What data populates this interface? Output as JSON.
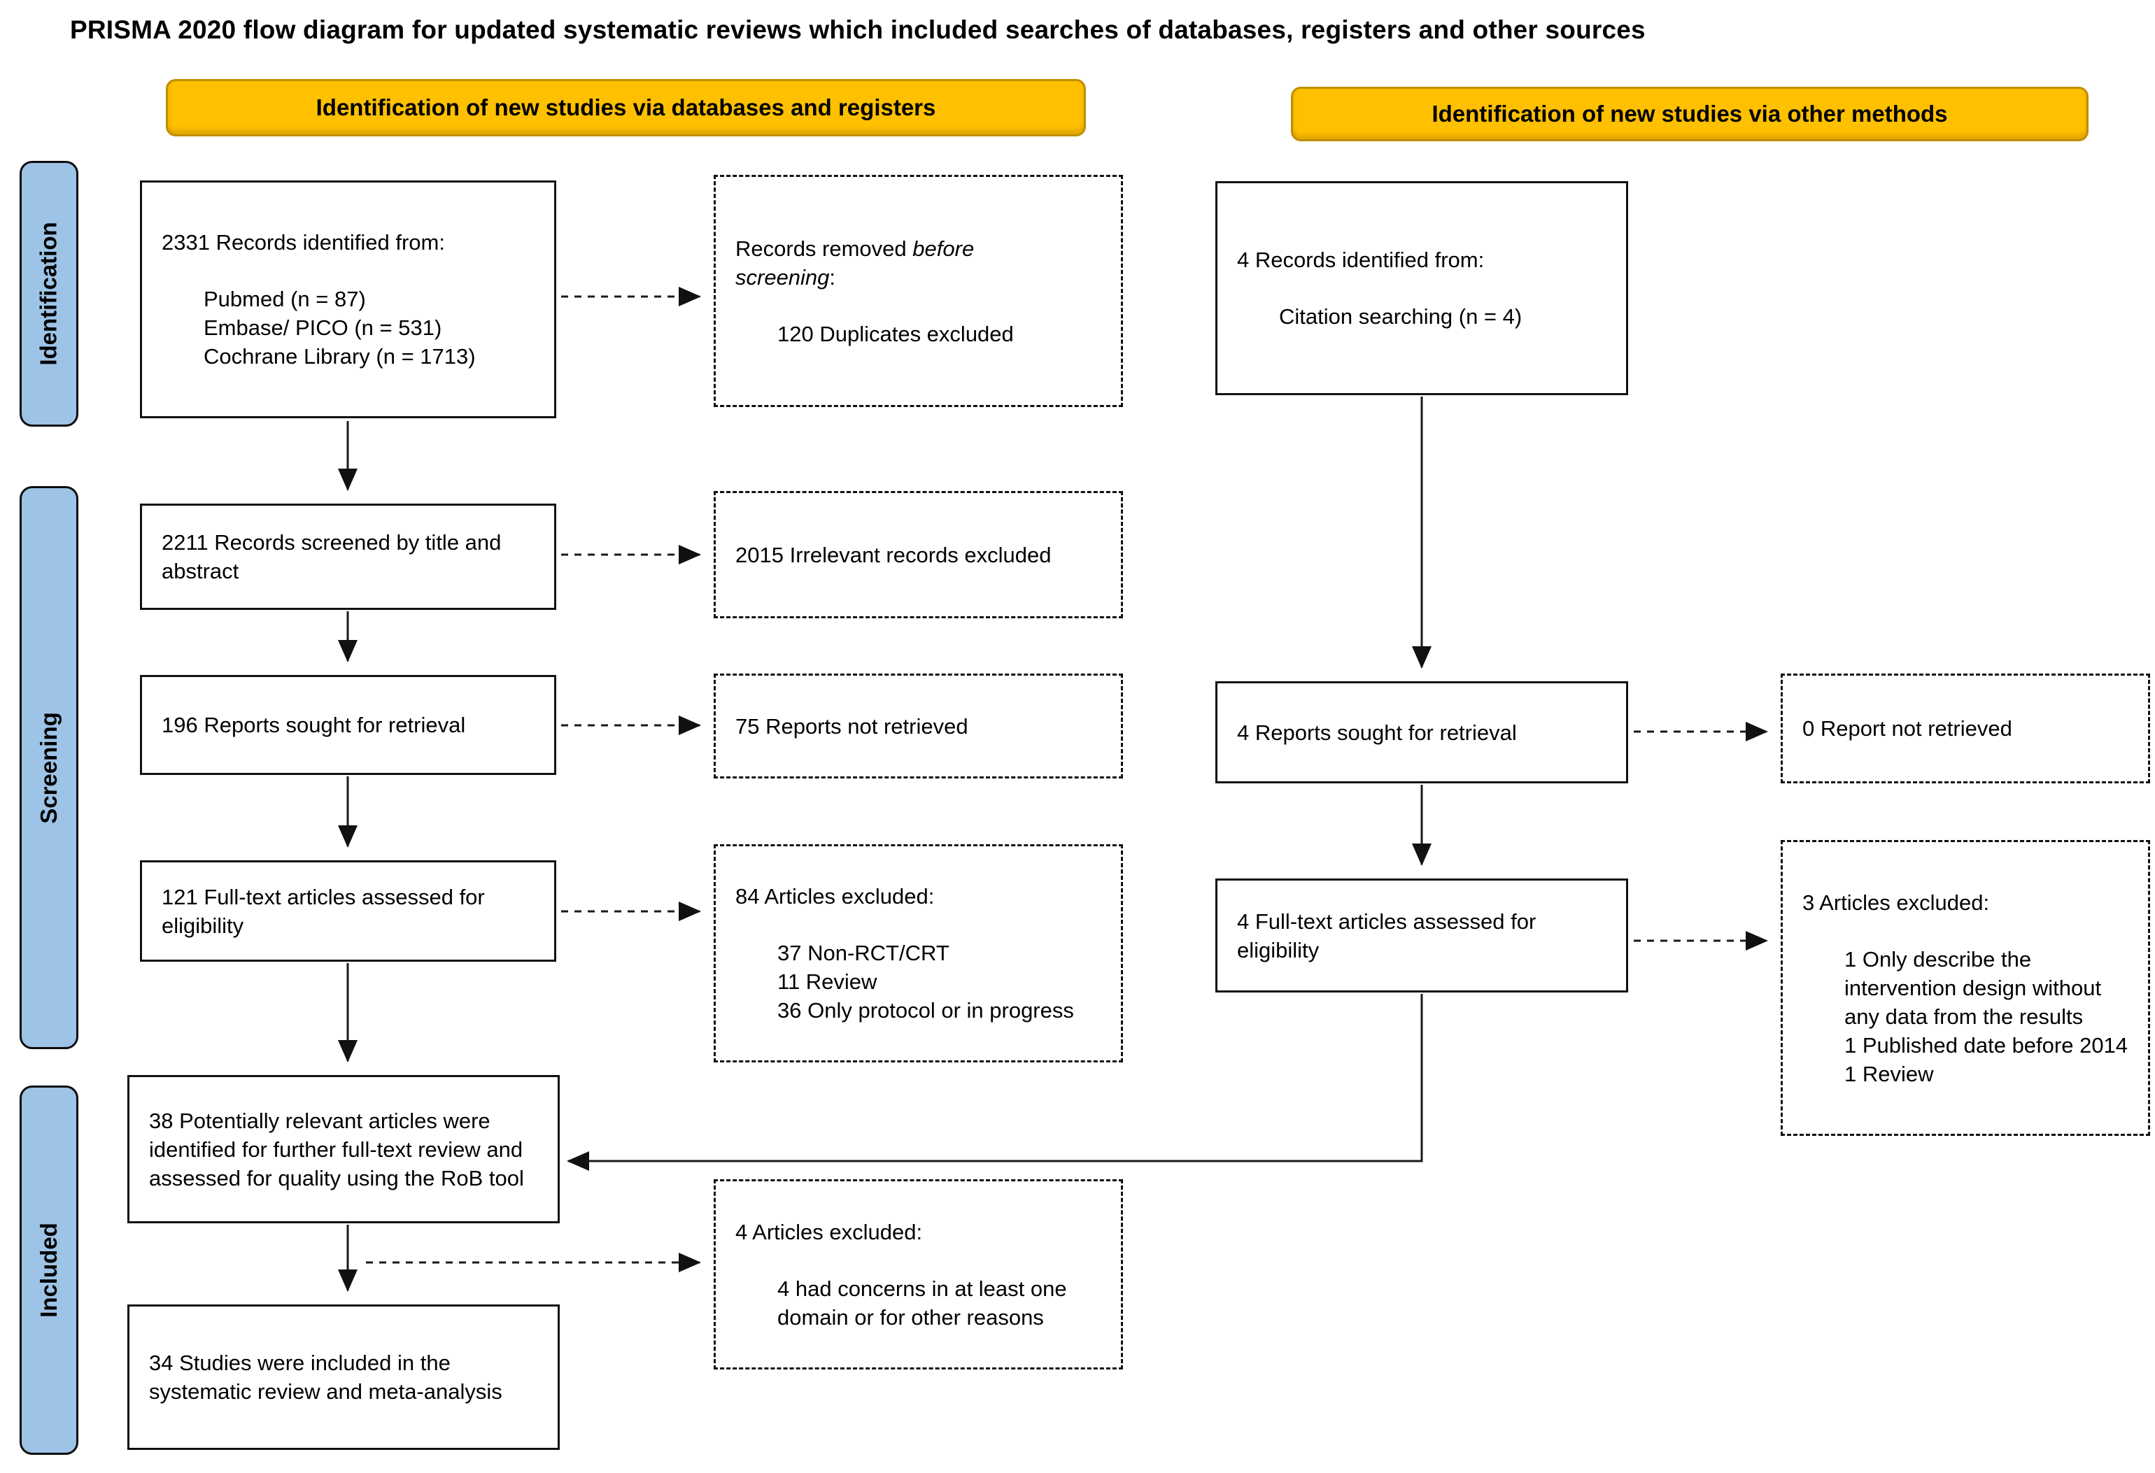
{
  "title": "PRISMA 2020 flow diagram for updated systematic reviews which included searches of databases, registers and other sources",
  "banners": {
    "databases": "Identification of new studies via databases and registers",
    "other": "Identification of new studies via other methods"
  },
  "stages": {
    "identification": "Identification",
    "screening": "Screening",
    "included": "Included"
  },
  "colors": {
    "banner_fill": "#FFC000",
    "banner_border": "#BF8F00",
    "stage_fill": "#9DC3E6",
    "box_border": "#111111"
  },
  "boxes": {
    "records_identified_db": {
      "header": "2331 Records identified from:",
      "items": [
        "Pubmed (n = 87)",
        "Embase/ PICO (n = 531)",
        "Cochrane Library (n = 1713)"
      ]
    },
    "records_removed": {
      "prefix": "Records removed ",
      "emphasis": "before screening",
      "suffix": ":",
      "items": [
        "120 Duplicates excluded"
      ]
    },
    "records_identified_other": {
      "header": "4 Records identified from:",
      "items": [
        "Citation searching (n = 4)"
      ]
    },
    "records_screened": {
      "text": "2211 Records screened by title and abstract"
    },
    "irrelevant_excluded": {
      "text": "2015 Irrelevant records excluded"
    },
    "reports_sought_db": {
      "text": "196 Reports sought for retrieval"
    },
    "reports_not_retrieved_db": {
      "text": "75 Reports not retrieved"
    },
    "reports_sought_other": {
      "text": "4 Reports sought for retrieval"
    },
    "reports_not_retrieved_other": {
      "text": "0 Report not retrieved"
    },
    "fulltext_assessed_db": {
      "text": "121 Full-text articles assessed for eligibility"
    },
    "articles_excluded_db": {
      "header": "84 Articles excluded:",
      "items": [
        "37 Non-RCT/CRT",
        "11 Review",
        "36 Only protocol or in progress"
      ]
    },
    "fulltext_assessed_other": {
      "text": "4 Full-text articles assessed for eligibility"
    },
    "articles_excluded_other": {
      "header": "3 Articles excluded:",
      "items": [
        "1 Only describe the intervention design without any data from the results",
        "1 Published date before 2014",
        "1 Review"
      ]
    },
    "potentially_relevant": {
      "text": "38 Potentially relevant articles were identified for further full-text review and assessed for quality using the RoB tool"
    },
    "rob_excluded": {
      "header": "4 Articles excluded:",
      "items": [
        "4 had concerns in at least one domain or for other reasons"
      ]
    },
    "studies_included": {
      "text": "34 Studies were included in the systematic review and meta-analysis"
    }
  }
}
